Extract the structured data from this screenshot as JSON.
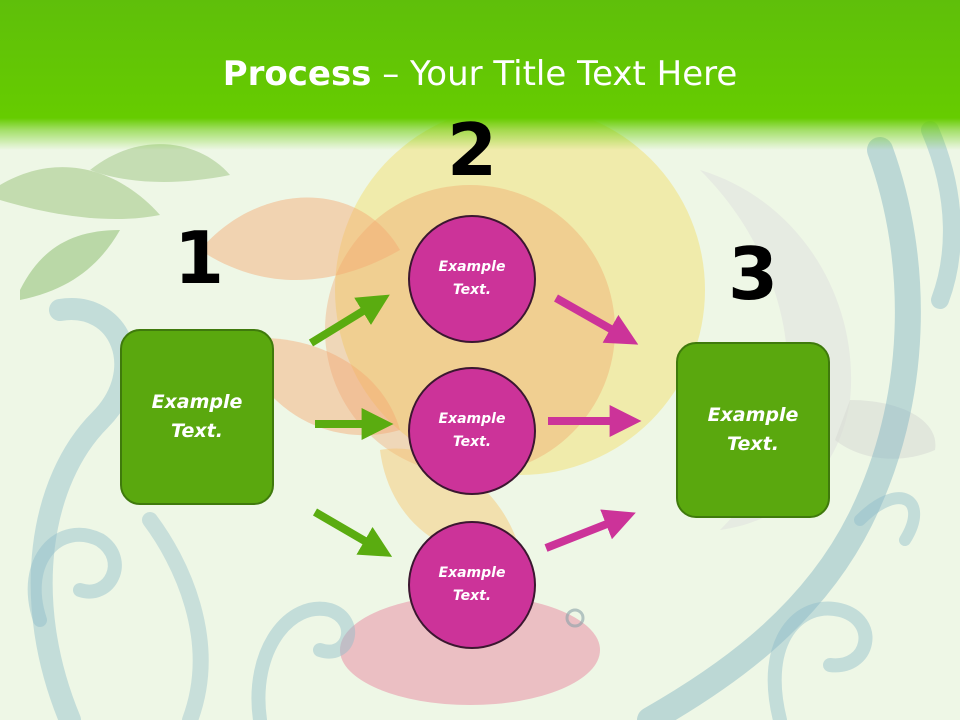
{
  "slide": {
    "title_bold": "Process",
    "title_rest": " – Your Title Text Here"
  },
  "steps": [
    {
      "number": "1",
      "label_line1": "Example",
      "label_line2": "Text."
    },
    {
      "number": "2",
      "items": [
        {
          "label_line1": "Example",
          "label_line2": "Text."
        },
        {
          "label_line1": "Example",
          "label_line2": "Text."
        },
        {
          "label_line1": "Example",
          "label_line2": "Text."
        }
      ]
    },
    {
      "number": "3",
      "label_line1": "Example",
      "label_line2": "Text."
    }
  ],
  "colors": {
    "header_green": "#66cc00",
    "box_green": "#5aa80e",
    "circle_magenta": "#cc3399",
    "arrow_green": "#5aac10",
    "arrow_magenta": "#cc3399"
  }
}
